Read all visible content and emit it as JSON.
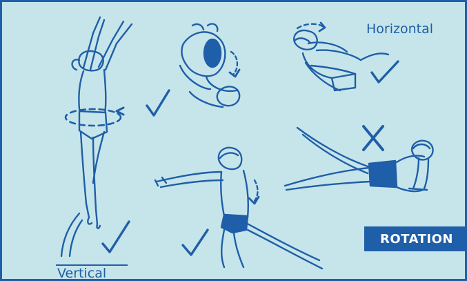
{
  "labels": {
    "horizontal": "Horizontal",
    "vertical": "Vertical",
    "badge": "ROTATION"
  },
  "colors": {
    "ink": "#1f5ea8",
    "background": "#c6e5ea",
    "badge_text": "#ffffff"
  },
  "figures": [
    {
      "name": "vertical-spin-jumper",
      "mark": "checkmark"
    },
    {
      "name": "somersault-tuck",
      "mark": "checkmark"
    },
    {
      "name": "horizontal-roll-tuck",
      "mark": "checkmark"
    },
    {
      "name": "kneeling-reach",
      "mark": "checkmark"
    },
    {
      "name": "prone-leg-lift",
      "mark": "cross"
    }
  ]
}
